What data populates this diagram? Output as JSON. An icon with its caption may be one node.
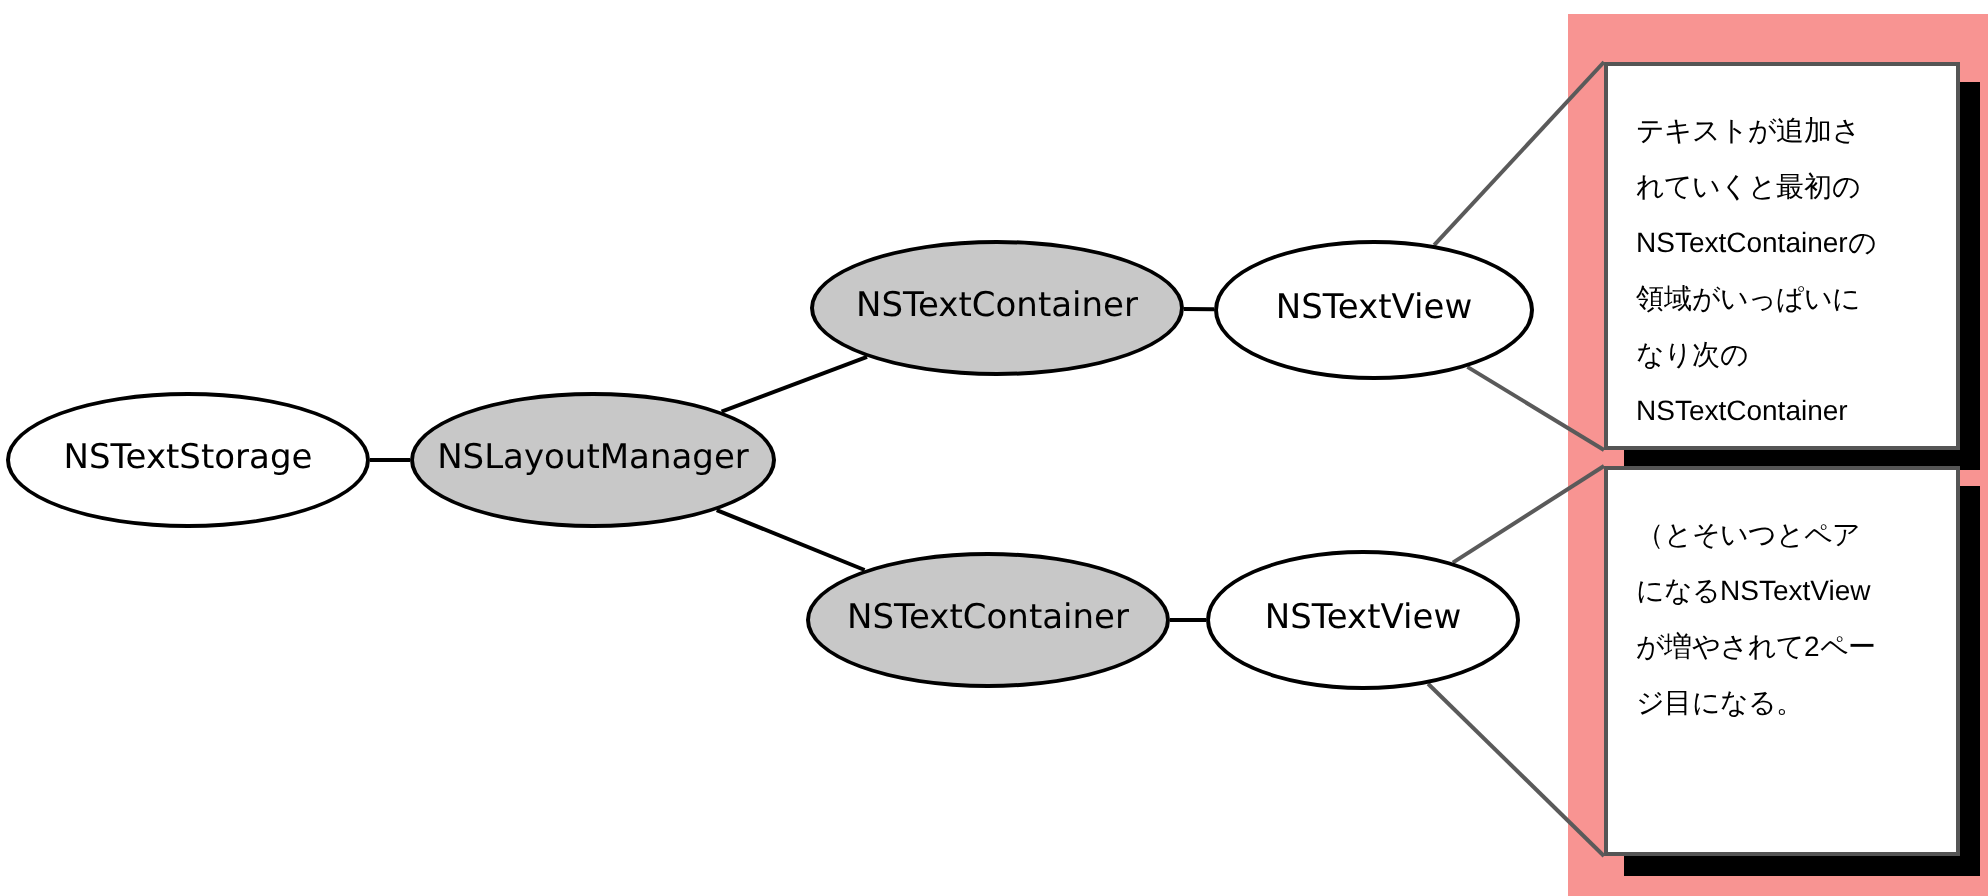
{
  "diagram": {
    "nodes": [
      {
        "text": [
          "NSTextStorage"
        ]
      },
      {
        "text": [
          "NSLayoutManager"
        ]
      },
      {
        "text": [
          "NSTextContainer"
        ]
      },
      {
        "text": [
          "NSTextView"
        ]
      },
      {
        "text": [
          "NSTextContainer"
        ]
      },
      {
        "text": [
          "NSTextView"
        ]
      },
      {
        "text": [],
        "shape": "box"
      },
      {
        "text": [
          "テキストが追加されていくと最初のNSTextContainerの領域がいっぱいになり次のNSTextContainer"
        ],
        "in": 6
      },
      {
        "text": [
          "（とそいつとペアになるNSTextViewが増やされて2ページ目になる。"
        ],
        "in": 6
      }
    ],
    "edges": [
      {
        "from": 0,
        "to": 1,
        "arrow": "none"
      },
      {
        "from": 1,
        "to": 2,
        "arrow": "none"
      },
      {
        "from": 1,
        "to": 4,
        "arrow": "none"
      },
      {
        "from": 2,
        "to": 3,
        "arrow": "none"
      },
      {
        "from": 4,
        "to": 5,
        "arrow": "none"
      },
      {
        "from": 3,
        "to": 7,
        "arrow": "none",
        "color": "#5a5a5a"
      },
      {
        "from": 3,
        "to": 7,
        "arrow": "none",
        "color": "#5a5a5a"
      },
      {
        "from": 5,
        "to": 8,
        "arrow": "none",
        "color": "#5a5a5a"
      },
      {
        "from": 5,
        "to": 8,
        "arrow": "none",
        "color": "#5a5a5a"
      }
    ]
  }
}
